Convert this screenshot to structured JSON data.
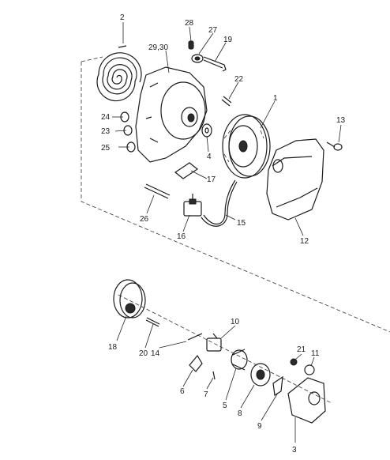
{
  "callouts": [
    {
      "id": "c2",
      "text": "2"
    },
    {
      "id": "c28",
      "text": "28"
    },
    {
      "id": "c2930",
      "text": "29,30"
    },
    {
      "id": "c27",
      "text": "27"
    },
    {
      "id": "c19",
      "text": "19"
    },
    {
      "id": "c22",
      "text": "22"
    },
    {
      "id": "c1",
      "text": "1"
    },
    {
      "id": "c24",
      "text": "24"
    },
    {
      "id": "c23",
      "text": "23"
    },
    {
      "id": "c25",
      "text": "25"
    },
    {
      "id": "c4",
      "text": "4"
    },
    {
      "id": "c13",
      "text": "13"
    },
    {
      "id": "c17",
      "text": "17"
    },
    {
      "id": "c26",
      "text": "26"
    },
    {
      "id": "c16",
      "text": "16"
    },
    {
      "id": "c15",
      "text": "15"
    },
    {
      "id": "c12",
      "text": "12"
    },
    {
      "id": "c10",
      "text": "10"
    },
    {
      "id": "c18",
      "text": "18"
    },
    {
      "id": "c20",
      "text": "20"
    },
    {
      "id": "c14",
      "text": "14"
    },
    {
      "id": "c21",
      "text": "21"
    },
    {
      "id": "c11",
      "text": "11"
    },
    {
      "id": "c6",
      "text": "6"
    },
    {
      "id": "c7",
      "text": "7"
    },
    {
      "id": "c5",
      "text": "5"
    },
    {
      "id": "c8",
      "text": "8"
    },
    {
      "id": "c9",
      "text": "9"
    },
    {
      "id": "c3",
      "text": "3"
    }
  ]
}
